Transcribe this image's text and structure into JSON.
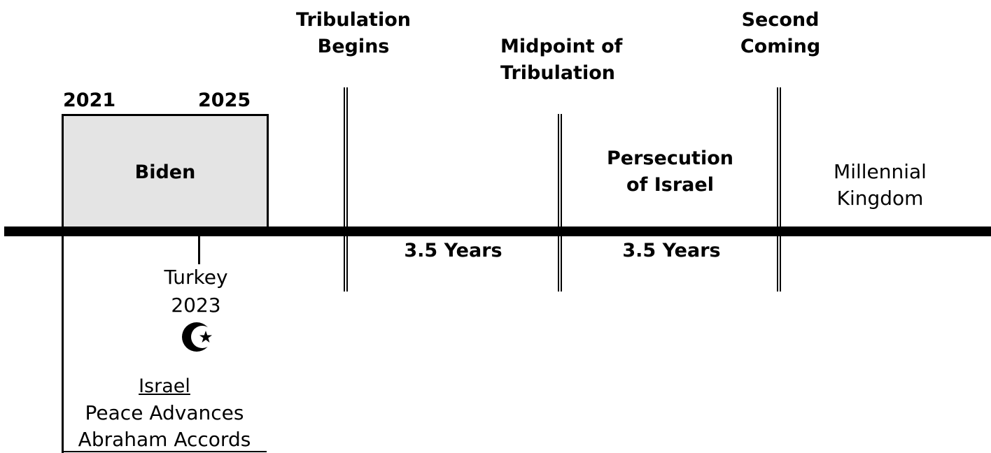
{
  "events": {
    "tribulation_begins": [
      "Tribulation",
      "Begins"
    ],
    "midpoint": [
      "Midpoint of",
      "Tribulation"
    ],
    "second_coming": [
      "Second",
      "Coming"
    ]
  },
  "biden_term": {
    "start_year": "2021",
    "end_year": "2025",
    "label": "Biden"
  },
  "periods": {
    "first_half": "3.5 Years",
    "second_half": "3.5 Years",
    "persecution": [
      "Persecution",
      "of Israel"
    ],
    "millennial": [
      "Millennial",
      "Kingdom"
    ]
  },
  "turkey": {
    "label": "Turkey",
    "year": "2023",
    "icon": "star-and-crescent-icon"
  },
  "israel": {
    "heading": "Israel",
    "lines": [
      "Peace Advances",
      "Abraham Accords"
    ]
  }
}
